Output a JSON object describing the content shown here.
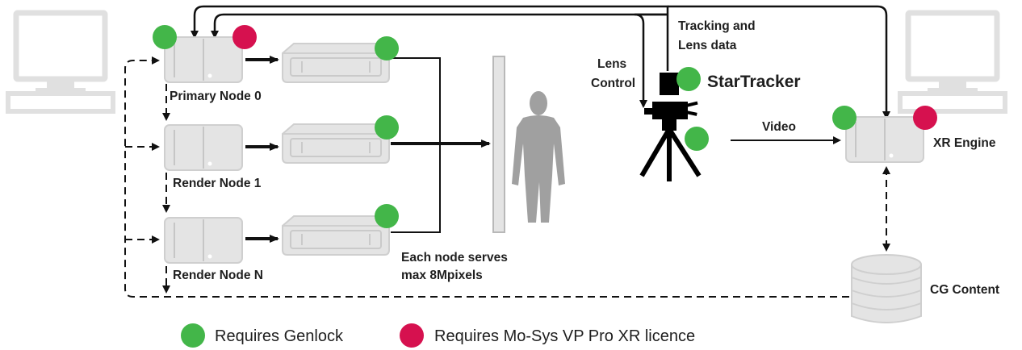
{
  "nodes": {
    "primary": "Primary Node 0",
    "render1": "Render Node 1",
    "renderN": "Render Node N",
    "xr_engine": "XR Engine",
    "cg_content": "CG Content",
    "startracker": "StarTracker"
  },
  "annotations": {
    "tracking_line1": "Tracking and",
    "tracking_line2": "Lens data",
    "lens_line1": "Lens",
    "lens_line2": "Control",
    "video": "Video",
    "serves_line1": "Each node serves",
    "serves_line2": "max 8Mpixels"
  },
  "legend": {
    "genlock": "Requires Genlock",
    "licence": "Requires Mo-Sys VP Pro XR licence"
  },
  "colors": {
    "genlock_green": "#43b649",
    "licence_red": "#d6114f",
    "device_gray": "#e4e4e4",
    "line_dark": "#111111"
  }
}
